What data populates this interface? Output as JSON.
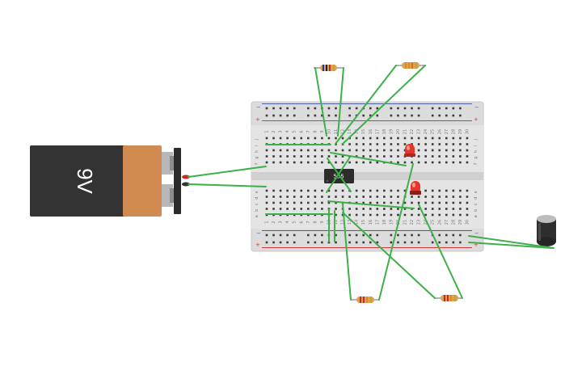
{
  "battery": {
    "label": "9V",
    "body_color": "#333333",
    "band_color": "#d18a4f"
  },
  "chip": {
    "label": "555"
  },
  "breadboard": {
    "columns": 30,
    "row_letters_top": [
      "j",
      "i",
      "h",
      "g",
      "f"
    ],
    "row_letters_bottom": [
      "e",
      "d",
      "c",
      "b",
      "a"
    ],
    "rail_minus": "−",
    "rail_plus": "+"
  },
  "colors": {
    "wire": "#3db04a",
    "led": "#e8352c",
    "rail_red": "#d23b3b",
    "rail_blue": "#4a5fa8"
  }
}
